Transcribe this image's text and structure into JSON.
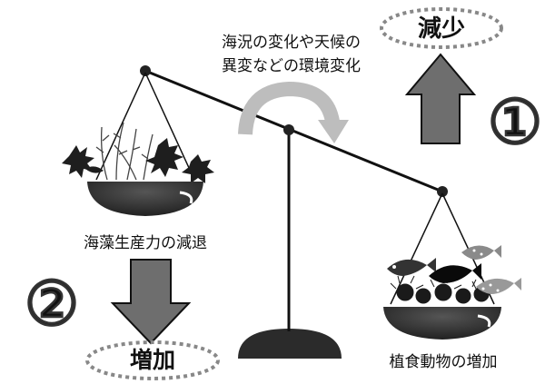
{
  "top_label": {
    "line1": "海況の変化や天候の",
    "line2": "異変などの環境変化"
  },
  "oval_top": "減少",
  "oval_bottom": "増加",
  "marker_one": "①",
  "marker_two": "②",
  "left_caption": "海藻生産力の減退",
  "right_caption": "植食動物の増加",
  "colors": {
    "arrow": "#6e6e6e",
    "bowl": "#2b2b2b",
    "line": "#111111",
    "curved_arrow": "#bdbdbd"
  }
}
